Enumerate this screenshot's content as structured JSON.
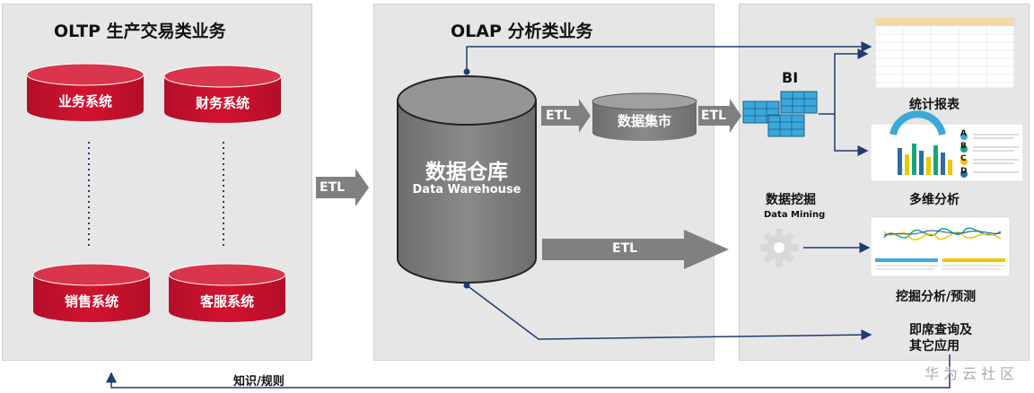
{
  "oltp": {
    "title": "OLTP 生产交易类业务",
    "systems": [
      "业务系统",
      "财务系统",
      "销售系统",
      "客服系统"
    ]
  },
  "olap": {
    "title": "OLAP 分析类业务",
    "warehouse_cn": "数据仓库",
    "warehouse_en": "Data Warehouse",
    "mart": "数据集市"
  },
  "etl": "ETL",
  "bi": "BI",
  "mining": {
    "cn": "数据挖掘",
    "en": "Data Mining"
  },
  "outputs": {
    "report": "统计报表",
    "multidim": "多维分析",
    "predict": "挖掘分析/预测",
    "adhoc_line1": "即席查询及",
    "adhoc_line2": "其它应用"
  },
  "feedback": "知识/规则",
  "chart_legend": [
    "A",
    "B",
    "C",
    "D"
  ],
  "watermark": "华为云社区",
  "colors": {
    "red": "#c8102e",
    "gray": "#7a7a7a",
    "navy": "#1f3b73",
    "panel": "#e6e6e6"
  }
}
